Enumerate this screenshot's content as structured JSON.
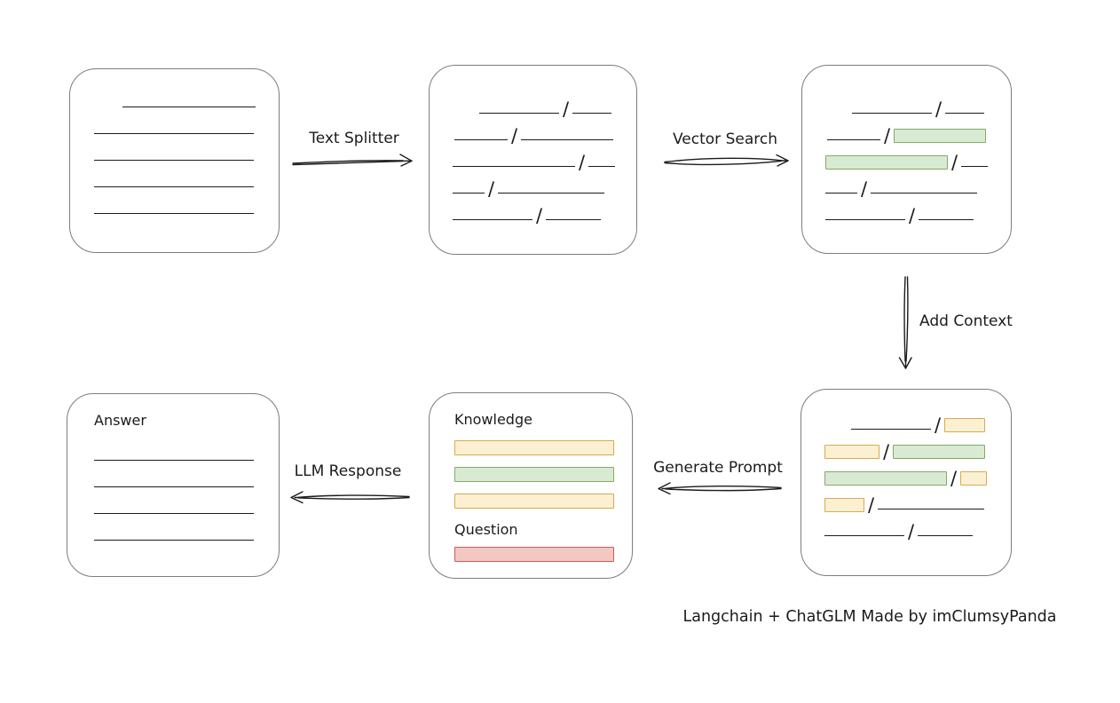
{
  "caption": "Langchain + ChatGLM Made by imClumsyPanda",
  "labels": {
    "text_splitter": "Text Splitter",
    "vector_search": "Vector Search",
    "add_context": "Add Context",
    "generate_prompt": "Generate Prompt",
    "llm_response": "LLM Response"
  },
  "colors": {
    "ink": "#1b1b1b",
    "box_border": "#7d7d7d",
    "yellow_fill": "#fcf0d2",
    "yellow_border": "#d5ab50",
    "green_fill": "#d9ead3",
    "green_border": "#85ab66",
    "red_fill": "#f3c8c3",
    "red_border": "#c05f59"
  },
  "nodes": {
    "document": {
      "rows": [
        {
          "indent": 32,
          "segs": [
            {
              "t": "line",
              "w": 150
            }
          ]
        },
        {
          "segs": [
            {
              "t": "line",
              "w": 180
            }
          ]
        },
        {
          "segs": [
            {
              "t": "line",
              "w": 180
            }
          ]
        },
        {
          "segs": [
            {
              "t": "line",
              "w": 180
            }
          ]
        },
        {
          "segs": [
            {
              "t": "line",
              "w": 180
            }
          ]
        }
      ]
    },
    "chunks": {
      "rows": [
        {
          "indent": 30,
          "segs": [
            {
              "t": "line",
              "w": 90
            },
            {
              "t": "slash"
            },
            {
              "t": "line",
              "w": 44
            }
          ]
        },
        {
          "indent": 2,
          "segs": [
            {
              "t": "line",
              "w": 60
            },
            {
              "t": "slash"
            },
            {
              "t": "line",
              "w": 104
            }
          ]
        },
        {
          "segs": [
            {
              "t": "line",
              "w": 138
            },
            {
              "t": "slash"
            },
            {
              "t": "line",
              "w": 30
            }
          ]
        },
        {
          "segs": [
            {
              "t": "line",
              "w": 36
            },
            {
              "t": "slash"
            },
            {
              "t": "line",
              "w": 120
            }
          ]
        },
        {
          "segs": [
            {
              "t": "line",
              "w": 90
            },
            {
              "t": "slash"
            },
            {
              "t": "line",
              "w": 62
            }
          ]
        }
      ]
    },
    "chunks_matched": {
      "rows": [
        {
          "indent": 30,
          "segs": [
            {
              "t": "line",
              "w": 90
            },
            {
              "t": "slash"
            },
            {
              "t": "line",
              "w": 44
            }
          ]
        },
        {
          "indent": 2,
          "segs": [
            {
              "t": "line",
              "w": 60
            },
            {
              "t": "slash"
            },
            {
              "t": "chip",
              "c": "green",
              "w": 104
            }
          ]
        },
        {
          "segs": [
            {
              "t": "chip",
              "c": "green",
              "w": 138
            },
            {
              "t": "slash"
            },
            {
              "t": "line",
              "w": 30
            }
          ]
        },
        {
          "segs": [
            {
              "t": "line",
              "w": 36
            },
            {
              "t": "slash"
            },
            {
              "t": "line",
              "w": 120
            }
          ]
        },
        {
          "segs": [
            {
              "t": "line",
              "w": 90
            },
            {
              "t": "slash"
            },
            {
              "t": "line",
              "w": 62
            }
          ]
        }
      ]
    },
    "chunks_context": {
      "rows": [
        {
          "indent": 30,
          "segs": [
            {
              "t": "line",
              "w": 90
            },
            {
              "t": "slash"
            },
            {
              "t": "chip",
              "c": "yellow",
              "w": 46
            }
          ]
        },
        {
          "segs": [
            {
              "t": "chip",
              "c": "yellow",
              "w": 62
            },
            {
              "t": "slash"
            },
            {
              "t": "chip",
              "c": "green",
              "w": 104
            }
          ]
        },
        {
          "segs": [
            {
              "t": "chip",
              "c": "green",
              "w": 138
            },
            {
              "t": "slash"
            },
            {
              "t": "chip",
              "c": "yellow",
              "w": 30
            }
          ]
        },
        {
          "segs": [
            {
              "t": "chip",
              "c": "yellow",
              "w": 45
            },
            {
              "t": "slash"
            },
            {
              "t": "line",
              "w": 120
            }
          ]
        },
        {
          "segs": [
            {
              "t": "line",
              "w": 90
            },
            {
              "t": "slash"
            },
            {
              "t": "line",
              "w": 62
            }
          ]
        }
      ]
    },
    "prompt": {
      "knowledge_label": "Knowledge",
      "question_label": "Question",
      "knowledge_chips": [
        {
          "segs": [
            {
              "t": "chip",
              "c": "yellow",
              "w": 182
            }
          ]
        },
        {
          "segs": [
            {
              "t": "chip",
              "c": "green",
              "w": 182
            }
          ]
        },
        {
          "segs": [
            {
              "t": "chip",
              "c": "yellow",
              "w": 182
            }
          ]
        }
      ],
      "question_chips": [
        {
          "segs": [
            {
              "t": "chip",
              "c": "red",
              "w": 182
            }
          ]
        }
      ]
    },
    "answer": {
      "label": "Answer",
      "rows": [
        {
          "segs": [
            {
              "t": "line",
              "w": 180
            }
          ]
        },
        {
          "segs": [
            {
              "t": "line",
              "w": 180
            }
          ]
        },
        {
          "segs": [
            {
              "t": "line",
              "w": 180
            }
          ]
        },
        {
          "segs": [
            {
              "t": "line",
              "w": 180
            }
          ]
        }
      ]
    }
  }
}
